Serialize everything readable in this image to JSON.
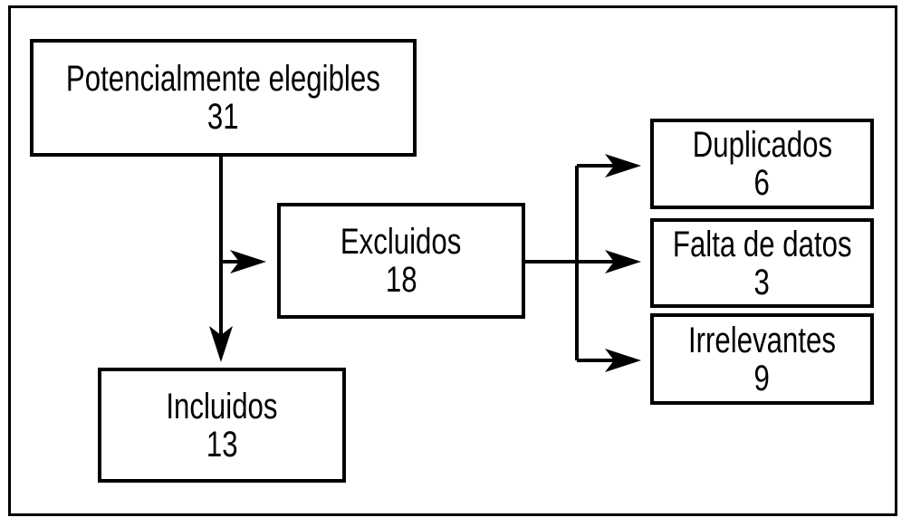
{
  "diagram": {
    "type": "flowchart",
    "language": "es",
    "colors": {
      "background": "#ffffff",
      "line": "#000000",
      "text": "#000000"
    },
    "nodes": {
      "potentially_eligible": {
        "label": "Potencialmente elegibles",
        "value": "31"
      },
      "excluded": {
        "label": "Excluidos",
        "value": "18"
      },
      "included": {
        "label": "Incluidos",
        "value": "13"
      },
      "duplicates": {
        "label": "Duplicados",
        "value": "6"
      },
      "missing_data": {
        "label": "Falta de datos",
        "value": "3"
      },
      "irrelevant": {
        "label": "Irrelevantes",
        "value": "9"
      }
    },
    "edges": [
      {
        "from": "potentially_eligible",
        "to": "included"
      },
      {
        "from": "potentially_eligible",
        "to": "excluded"
      },
      {
        "from": "excluded",
        "to": "duplicates"
      },
      {
        "from": "excluded",
        "to": "missing_data"
      },
      {
        "from": "excluded",
        "to": "irrelevant"
      }
    ]
  }
}
